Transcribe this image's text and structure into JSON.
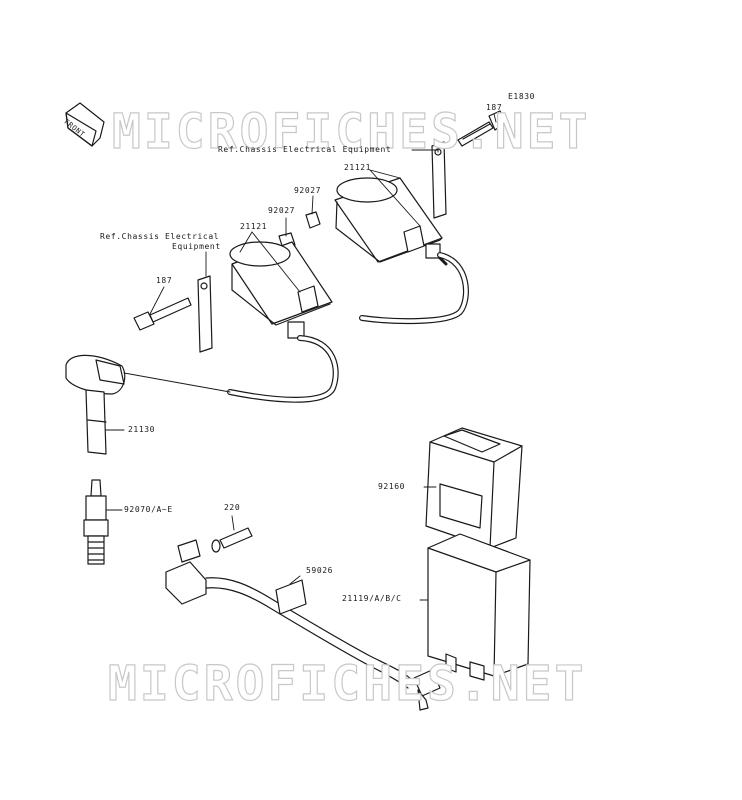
{
  "diagram_code": "E1830",
  "front_marker": "FRONT",
  "watermark": "MICROFICHES.NET",
  "labels": {
    "bolt_top": "187",
    "ref_chassis_top": "Ref.Chassis Electrical Equipment",
    "coil_rear": "21121",
    "collar_rear": "92027",
    "collar_front": "92027",
    "coil_front": "21121",
    "ref_chassis_left_line1": "Ref.Chassis Electrical",
    "ref_chassis_left_line2": "Equipment",
    "bolt_left": "187",
    "plug_cap": "21130",
    "spark_plug": "92070/A~E",
    "screw": "220",
    "cdi_case": "92160",
    "clamp": "59026",
    "igniter": "21119/A/B/C"
  }
}
